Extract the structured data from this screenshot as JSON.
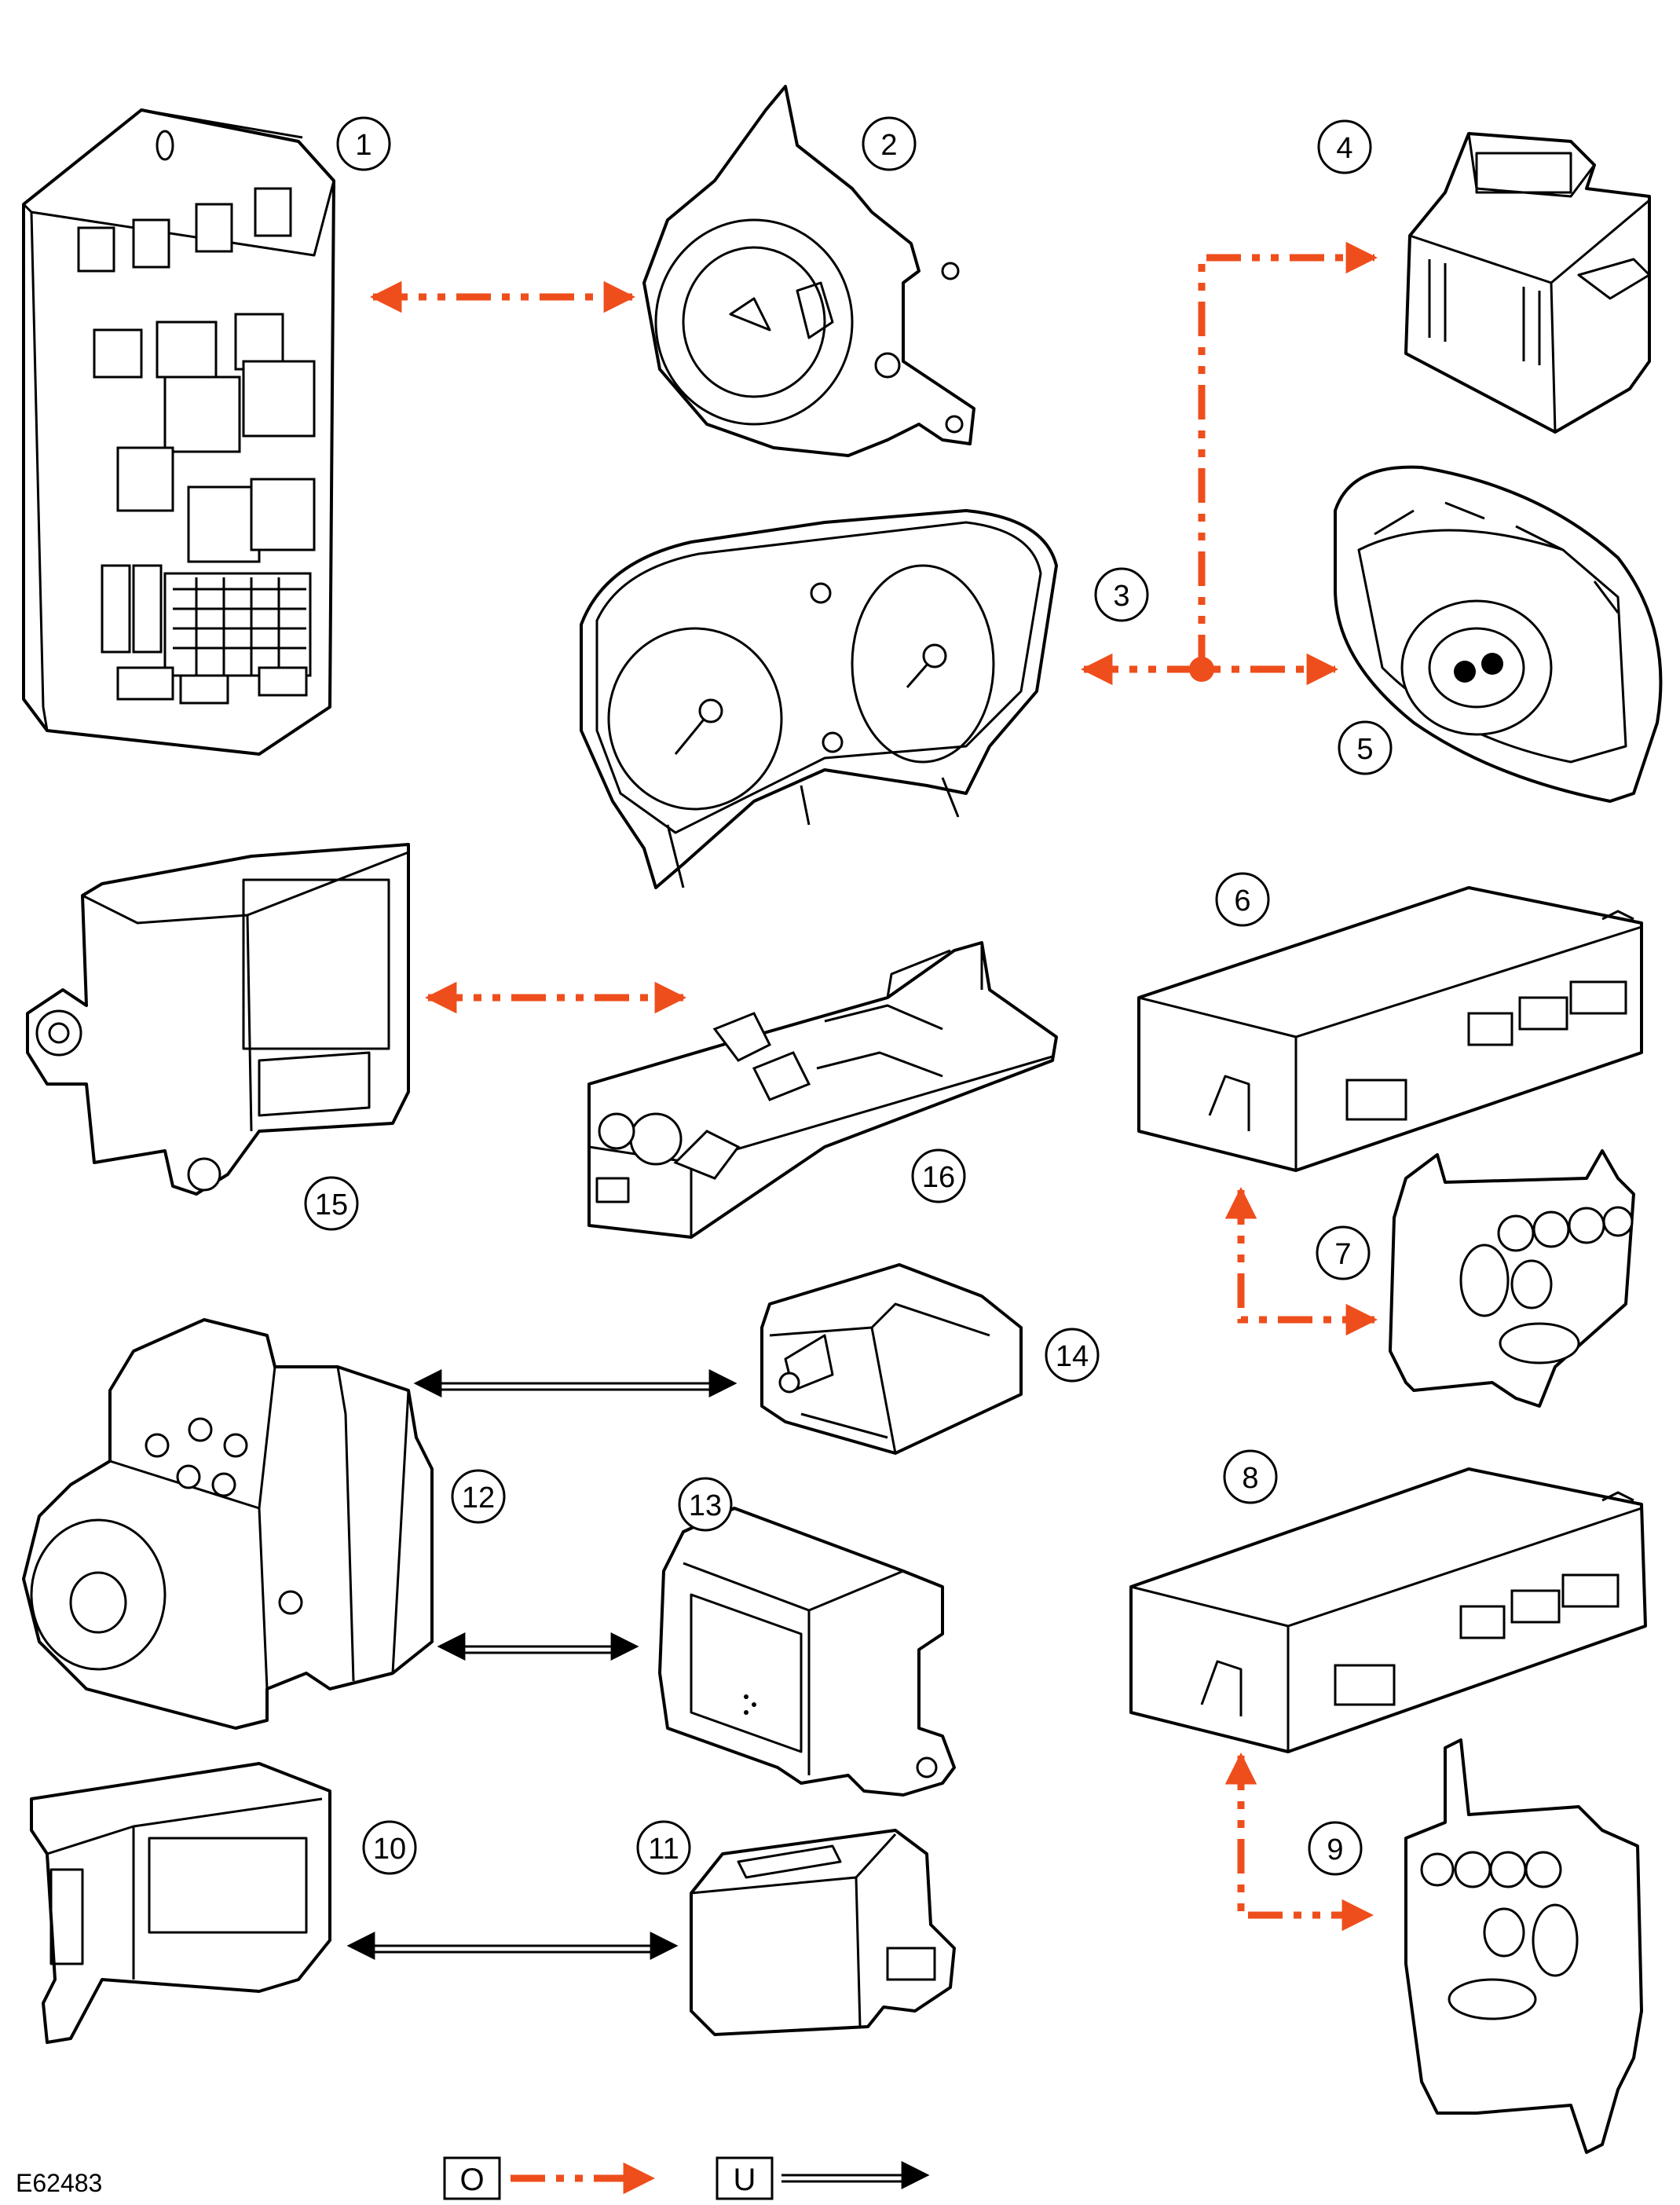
{
  "figure_ref": "E62483",
  "components": [
    {
      "number": "1"
    },
    {
      "number": "2"
    },
    {
      "number": "3"
    },
    {
      "number": "4"
    },
    {
      "number": "5"
    },
    {
      "number": "6"
    },
    {
      "number": "7"
    },
    {
      "number": "8"
    },
    {
      "number": "9"
    },
    {
      "number": "10"
    },
    {
      "number": "11"
    },
    {
      "number": "12"
    },
    {
      "number": "13"
    },
    {
      "number": "14"
    },
    {
      "number": "15"
    },
    {
      "number": "16"
    }
  ],
  "legend": {
    "orange_key": "O",
    "black_key": "U"
  },
  "colors": {
    "orange_link": "#ee4e1c",
    "black_link": "#000000"
  }
}
